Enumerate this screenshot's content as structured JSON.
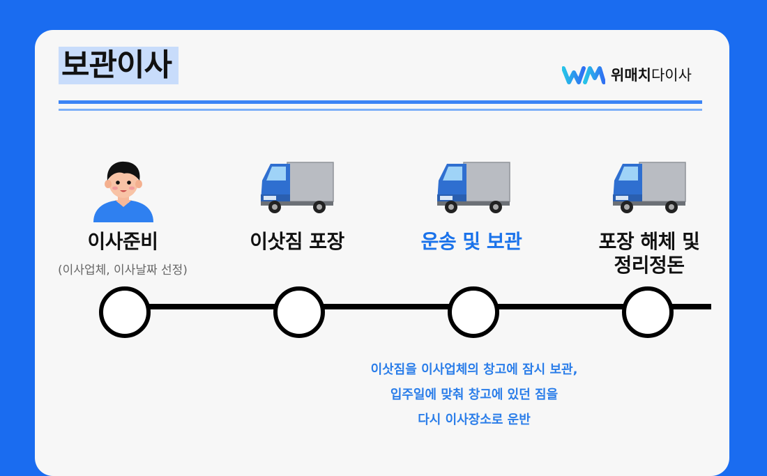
{
  "header": {
    "title": "보관이사",
    "brand_bold": "위매치",
    "brand_regular": "다이사"
  },
  "steps": [
    {
      "label": "이사준비",
      "sub": "(이사업체, 이사날짜 선정)",
      "icon": "person-icon"
    },
    {
      "label": "이삿짐 포장",
      "icon": "truck-icon"
    },
    {
      "label": "운송 및 보관",
      "icon": "truck-icon",
      "highlight": true
    },
    {
      "label_line1": "포장 해체 및",
      "label_line2": "정리정돈",
      "icon": "truck-icon"
    }
  ],
  "description": {
    "line1": "이삿짐을 이사업체의 창고에 잠시 보관,",
    "line2": "입주일에 맞춰 창고에 있던 짐을",
    "line3": "다시 이사장소로 운반"
  },
  "colors": {
    "background": "#1a6cf0",
    "accent": "#1a72ea",
    "title_highlight": "#c8dcfb"
  }
}
